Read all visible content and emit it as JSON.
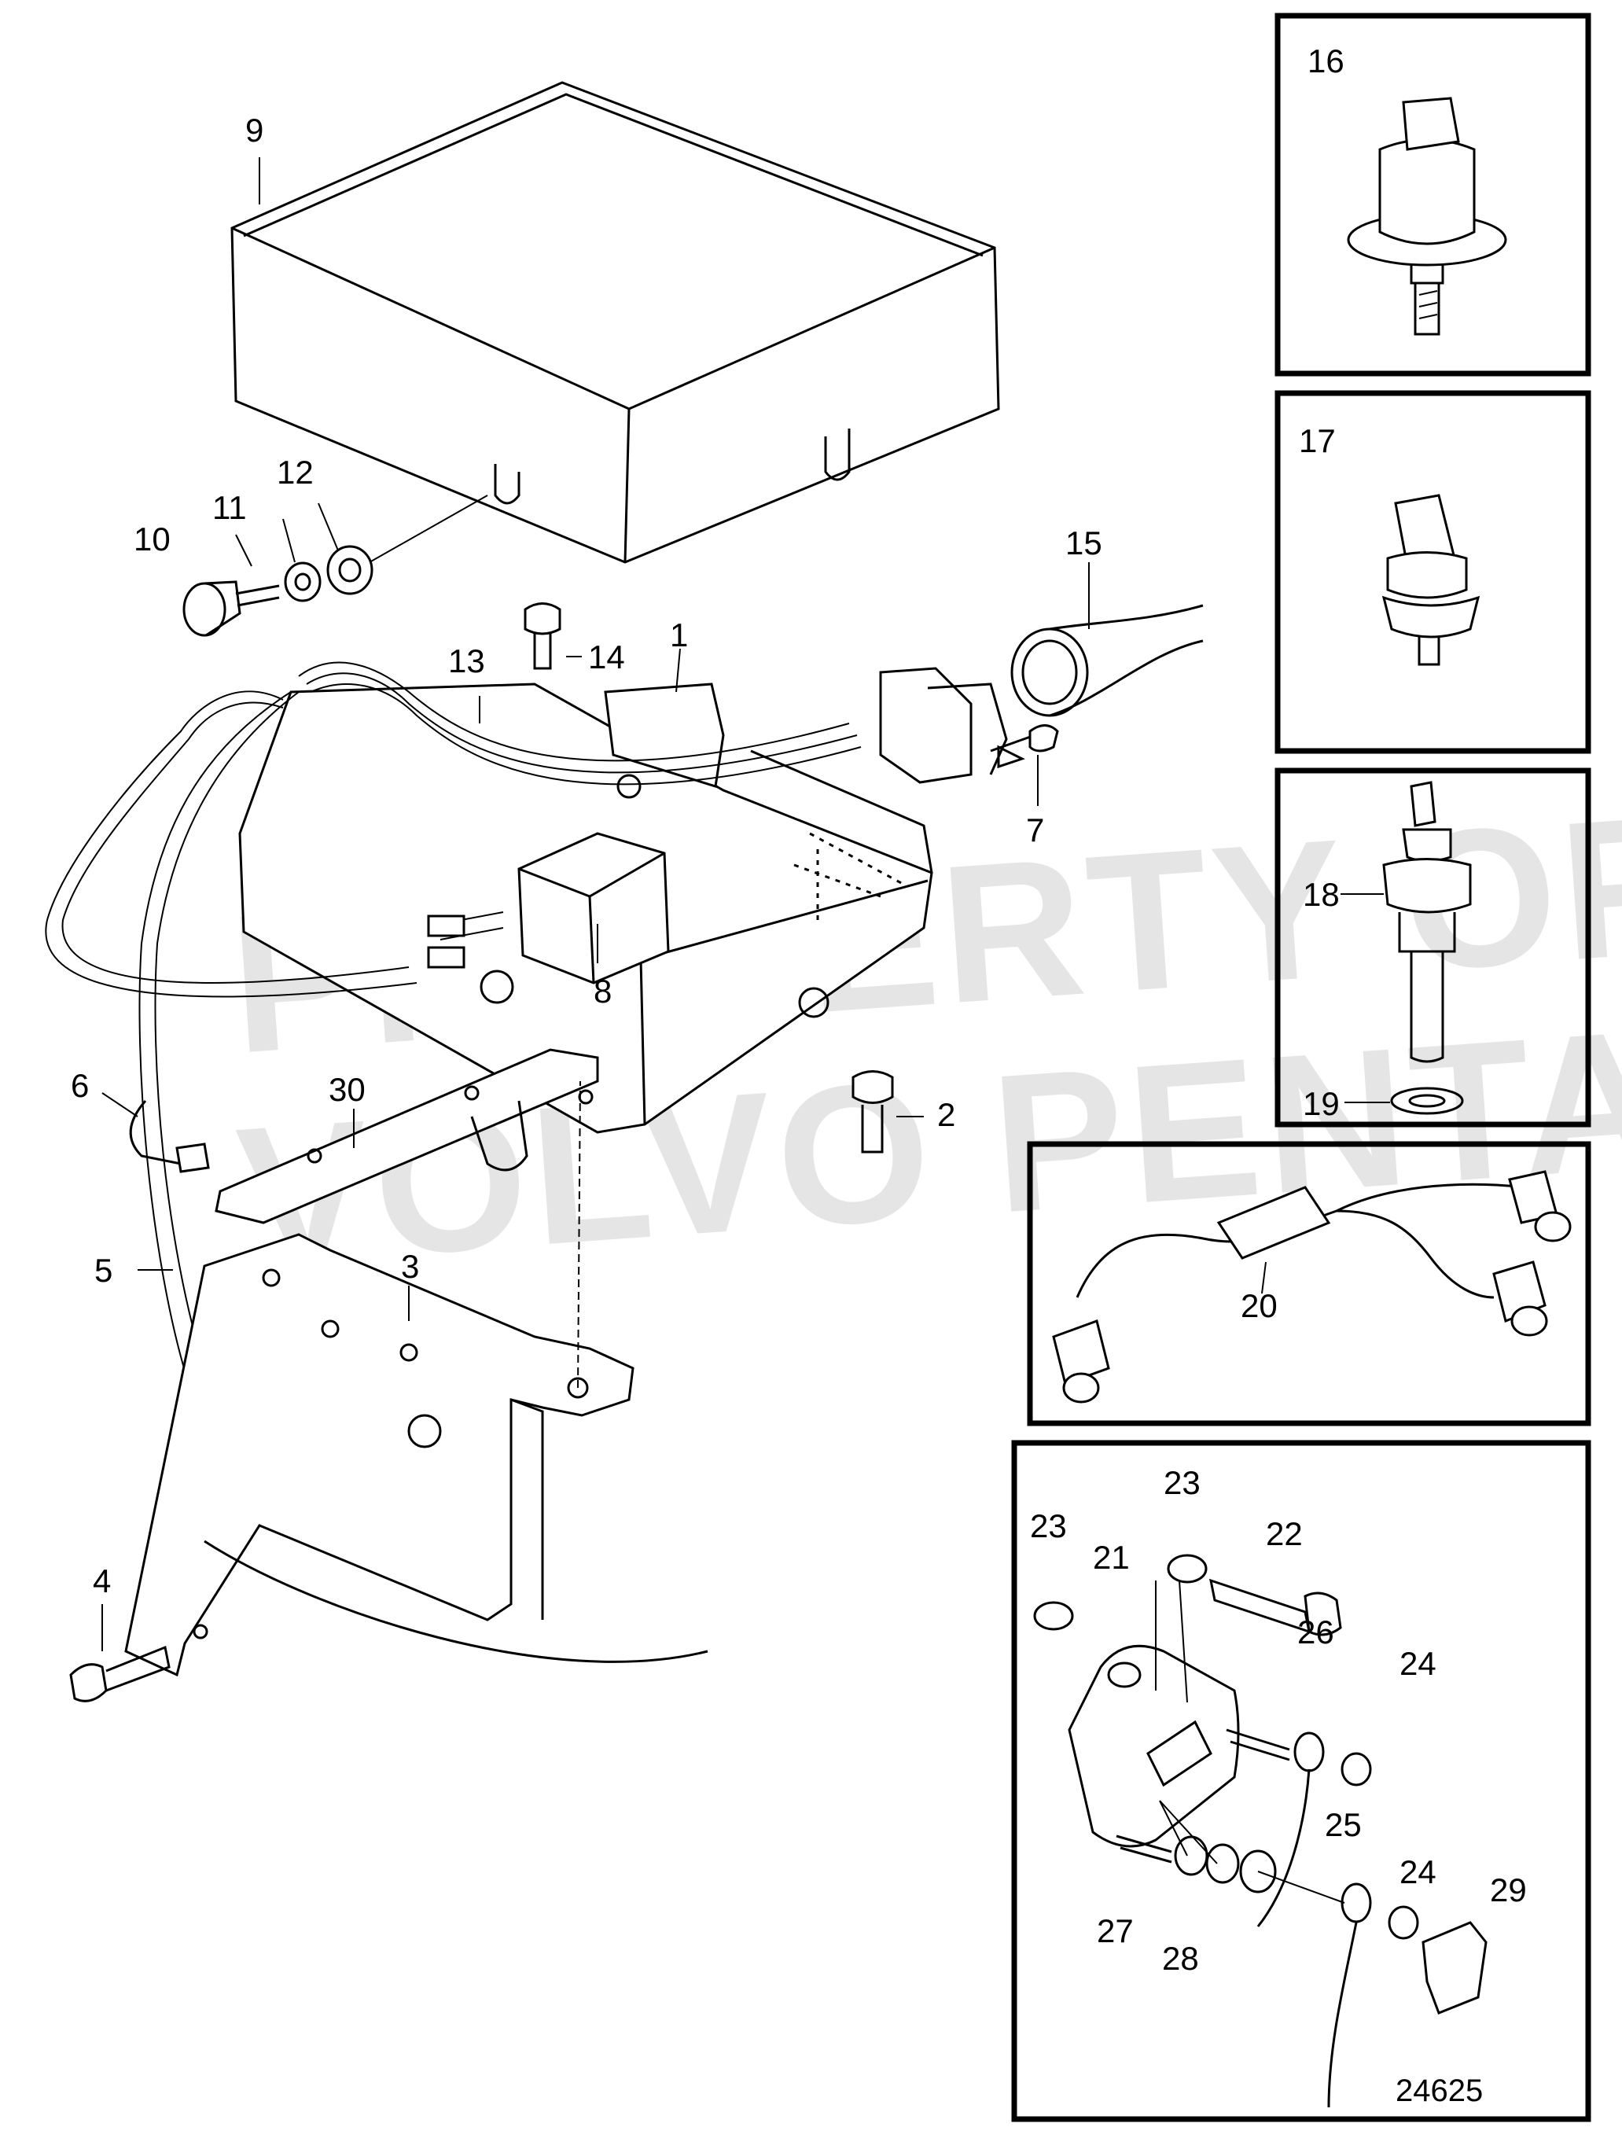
{
  "diagram": {
    "reference_number": "24625",
    "watermark": [
      "PROPERTY OF",
      "VOLVO PENTA"
    ],
    "callouts": {
      "c1": "1",
      "c2": "2",
      "c3": "3",
      "c4": "4",
      "c5": "5",
      "c6": "6",
      "c7": "7",
      "c8": "8",
      "c9": "9",
      "c10": "10",
      "c11": "11",
      "c12": "12",
      "c13": "13",
      "c14": "14",
      "c15": "15",
      "c16": "16",
      "c17": "17",
      "c18": "18",
      "c19": "19",
      "c20": "20",
      "c21": "21",
      "c22": "22",
      "c23a": "23",
      "c23b": "23",
      "c24a": "24",
      "c24b": "24",
      "c25": "25",
      "c26": "26",
      "c27": "27",
      "c28": "28",
      "c29": "29",
      "c30": "30"
    }
  }
}
